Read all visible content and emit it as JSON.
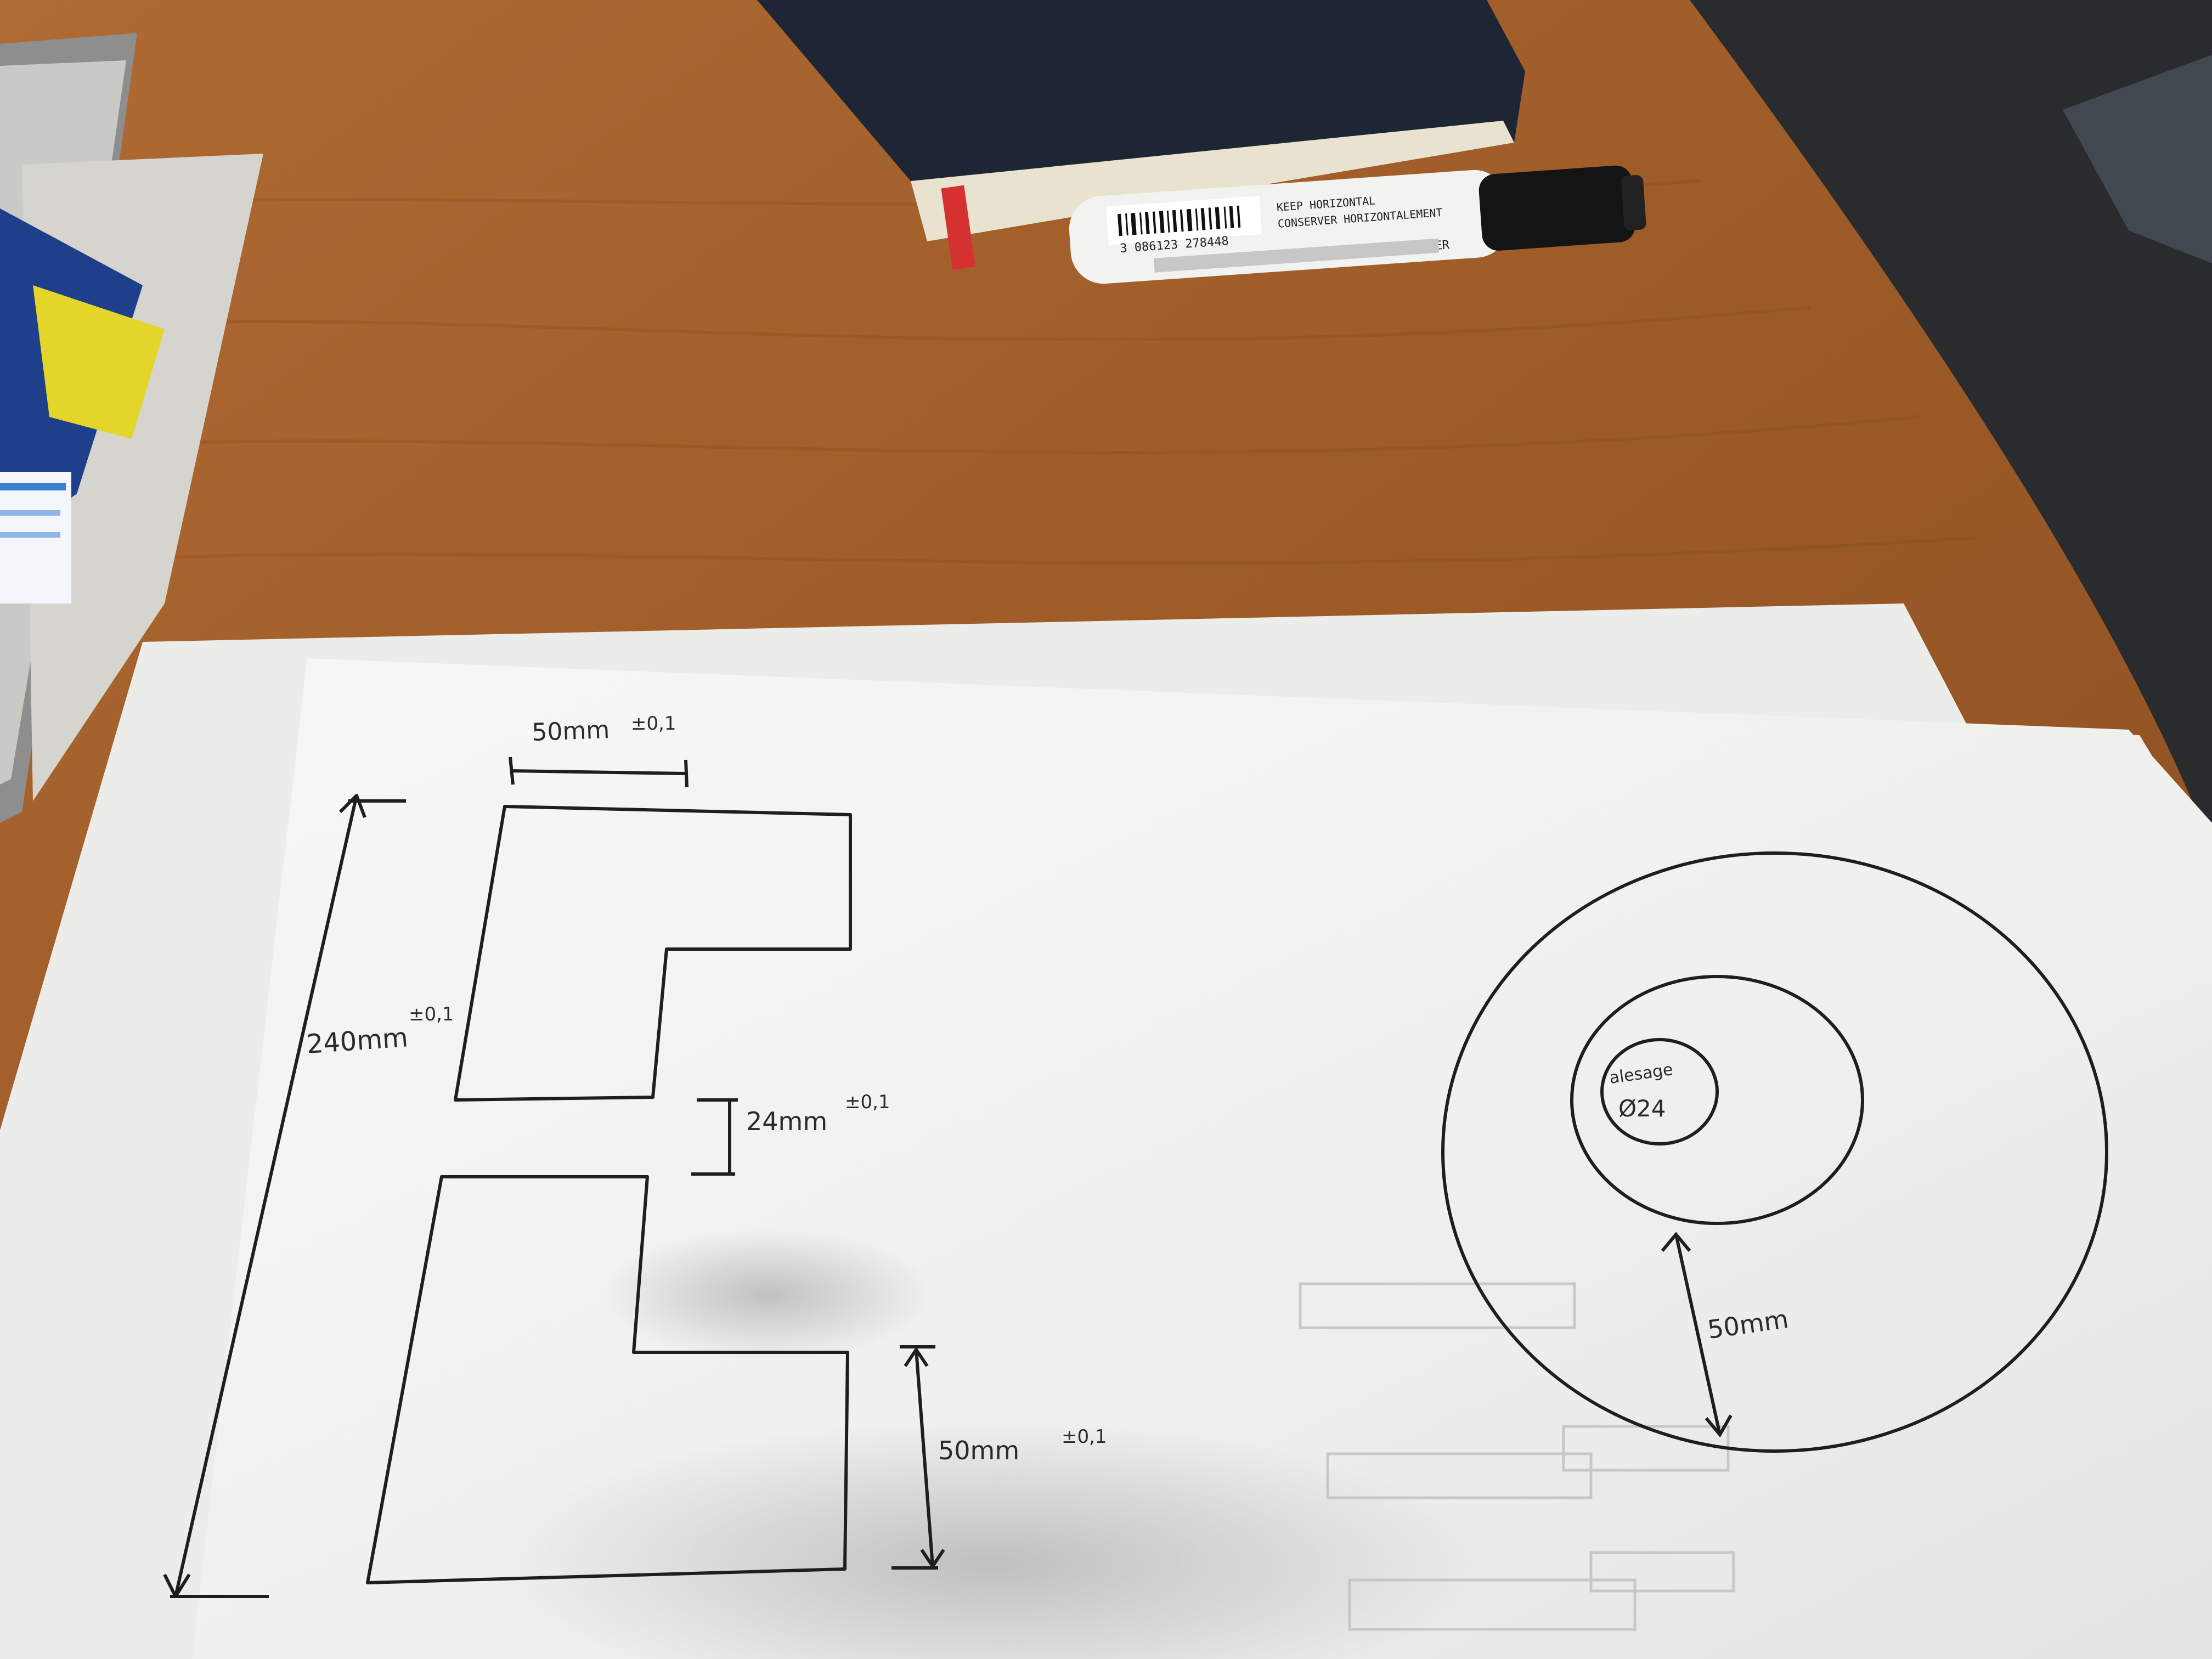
{
  "drawing": {
    "top_width": {
      "value": "50mm",
      "tolerance": "±0,1"
    },
    "height": {
      "value": "240mm",
      "tolerance": "±0,1"
    },
    "gap": {
      "value": "24mm",
      "tolerance": "±0,1"
    },
    "bottom_height": {
      "value": "50mm",
      "tolerance": "±0,1"
    },
    "circle_label_1": "alesage",
    "circle_label_2": "Ø24",
    "ring_width": "50mm"
  },
  "marker": {
    "line1": "KEEP HORIZONTAL",
    "line2": "CONSERVER HORIZONTALEMENT",
    "barcode": "3 086123 278448",
    "brand": "MARKER"
  },
  "colors": {
    "table": "#9a5a2a",
    "paper": "#f3f3f1",
    "ink": "#1e1e1e"
  }
}
